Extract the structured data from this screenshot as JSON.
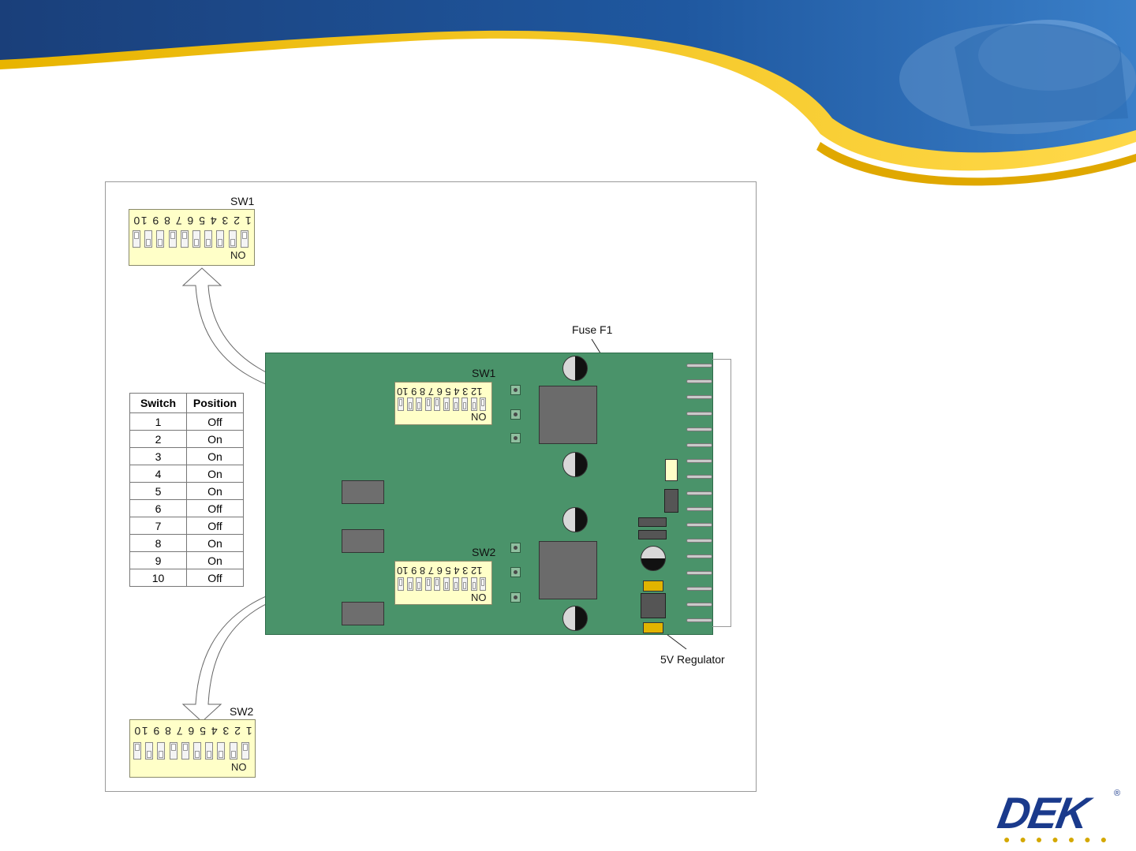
{
  "labels": {
    "sw1_top": "SW1",
    "sw1_board": "SW1",
    "sw2_board": "SW2",
    "sw2_bottom": "SW2",
    "fuse": "Fuse F1",
    "regulator": "5V Regulator"
  },
  "dip": {
    "numbers": "1 2 3 4 5 6 7 8 9 10",
    "board_numbers": "12 3 4 5 6 7 8 9 10",
    "on_label": "ON",
    "states": [
      false,
      true,
      true,
      true,
      true,
      false,
      false,
      true,
      true,
      false
    ]
  },
  "table": {
    "headers": [
      "Switch",
      "Position"
    ],
    "rows": [
      [
        "1",
        "Off"
      ],
      [
        "2",
        "On"
      ],
      [
        "3",
        "On"
      ],
      [
        "4",
        "On"
      ],
      [
        "5",
        "On"
      ],
      [
        "6",
        "Off"
      ],
      [
        "7",
        "Off"
      ],
      [
        "8",
        "On"
      ],
      [
        "9",
        "On"
      ],
      [
        "10",
        "Off"
      ]
    ]
  },
  "logo": {
    "text": "DEK"
  },
  "colors": {
    "header_blue": "#1c4d8c",
    "accent_yellow": "#f2c40c",
    "pcb_green": "#4a936a",
    "dip_yellow": "#ffffc8"
  }
}
